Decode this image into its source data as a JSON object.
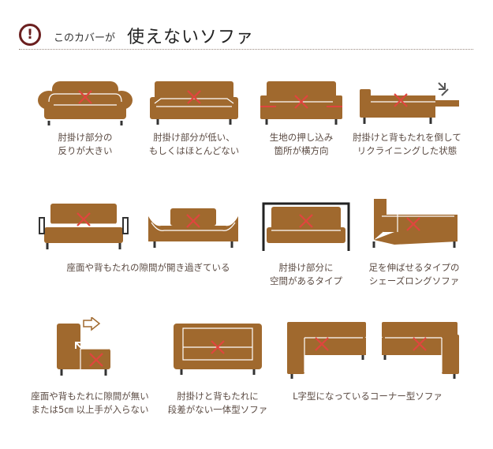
{
  "header": {
    "warning_symbol": "!",
    "title_small": "このカバーが",
    "title_big": "使えないソファ"
  },
  "colors": {
    "sofa": "#a0692e",
    "stitch": "#ffffff",
    "cross": "#e0453e",
    "leg": "#333333",
    "warning": "#6b1f1f"
  },
  "captions": {
    "c1": [
      "肘掛け部分の",
      "反りが大きい"
    ],
    "c2": [
      "肘掛け部分が低い、",
      "もしくはほとんどない"
    ],
    "c3": [
      "生地の押し込み",
      "箇所が横方向"
    ],
    "c4": [
      "肘掛けと背もたれを倒して",
      "リクライニングした状態"
    ],
    "c5": [
      "座面や背もたれの隙間が開き過ぎている"
    ],
    "c6": [
      "肘掛け部分に",
      "空間があるタイプ"
    ],
    "c7": [
      "足を伸ばせるタイプの",
      "シェーズロングソファ"
    ],
    "c8": [
      "座面や背もたれに隙間が無い",
      "または5㎝ 以上手が入らない"
    ],
    "c9": [
      "肘掛けと背もたれに",
      "段差がない一体型ソファ"
    ],
    "c10": [
      "L字型になっているコーナー型ソファ"
    ]
  },
  "icons": [
    "curved-arm-sofa-icon",
    "low-arm-sofa-icon",
    "horizontal-tuck-sofa-icon",
    "reclining-sofa-icon",
    "gapped-sofa-icon",
    "daybed-sofa-icon",
    "open-arm-sofa-icon",
    "chaise-longue-sofa-icon",
    "tight-gap-sofa-icon",
    "one-piece-sofa-icon",
    "corner-sofa-icon",
    "corner-sofa-reverse-icon"
  ]
}
